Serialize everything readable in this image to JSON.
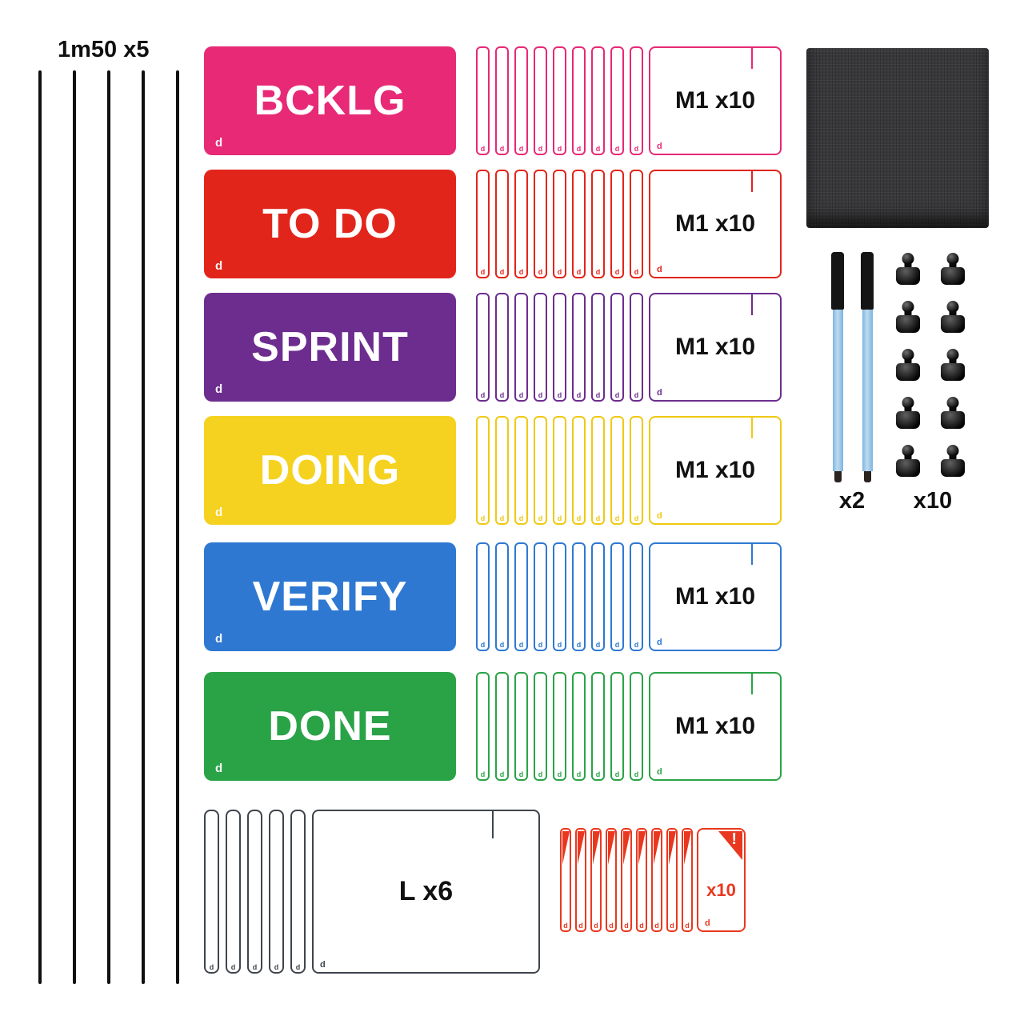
{
  "logo_glyph": "d",
  "strips": {
    "label": "1m50 x5",
    "count": 5,
    "color": "#101010"
  },
  "rows": [
    {
      "header": {
        "label": "BCKLG",
        "bg": "#E72976"
      },
      "cards": {
        "label": "M1 x10",
        "count": 10,
        "color": "#E72976"
      }
    },
    {
      "header": {
        "label": "TO DO",
        "bg": "#E2251B"
      },
      "cards": {
        "label": "M1 x10",
        "count": 10,
        "color": "#E2251B"
      }
    },
    {
      "header": {
        "label": "SPRINT",
        "bg": "#6C2D8F"
      },
      "cards": {
        "label": "M1 x10",
        "count": 10,
        "color": "#6C2D8F"
      }
    },
    {
      "header": {
        "label": "DOING",
        "bg": "#F5D21F"
      },
      "cards": {
        "label": "M1 x10",
        "count": 10,
        "color": "#EFC913"
      }
    },
    {
      "header": {
        "label": "VERIFY",
        "bg": "#2E78D2"
      },
      "cards": {
        "label": "M1 x10",
        "count": 10,
        "color": "#2E78D2"
      }
    },
    {
      "header": {
        "label": "DONE",
        "bg": "#2AA347"
      },
      "cards": {
        "label": "M1 x10",
        "count": 10,
        "color": "#2AA347"
      }
    }
  ],
  "large_cards": {
    "label": "L x6",
    "count": 6,
    "color": "#3E454D"
  },
  "flag_cards": {
    "label": "x10",
    "count": 10,
    "color": "#E9381F",
    "icon_glyph": "!"
  },
  "accessories": {
    "cloth": {
      "color": "#38383A"
    },
    "markers": {
      "label": "x2",
      "count": 2,
      "body_color": "#9CC7E8",
      "cap_color": "#151515"
    },
    "magnets": {
      "label": "x10",
      "count": 10,
      "color": "#111111"
    }
  }
}
